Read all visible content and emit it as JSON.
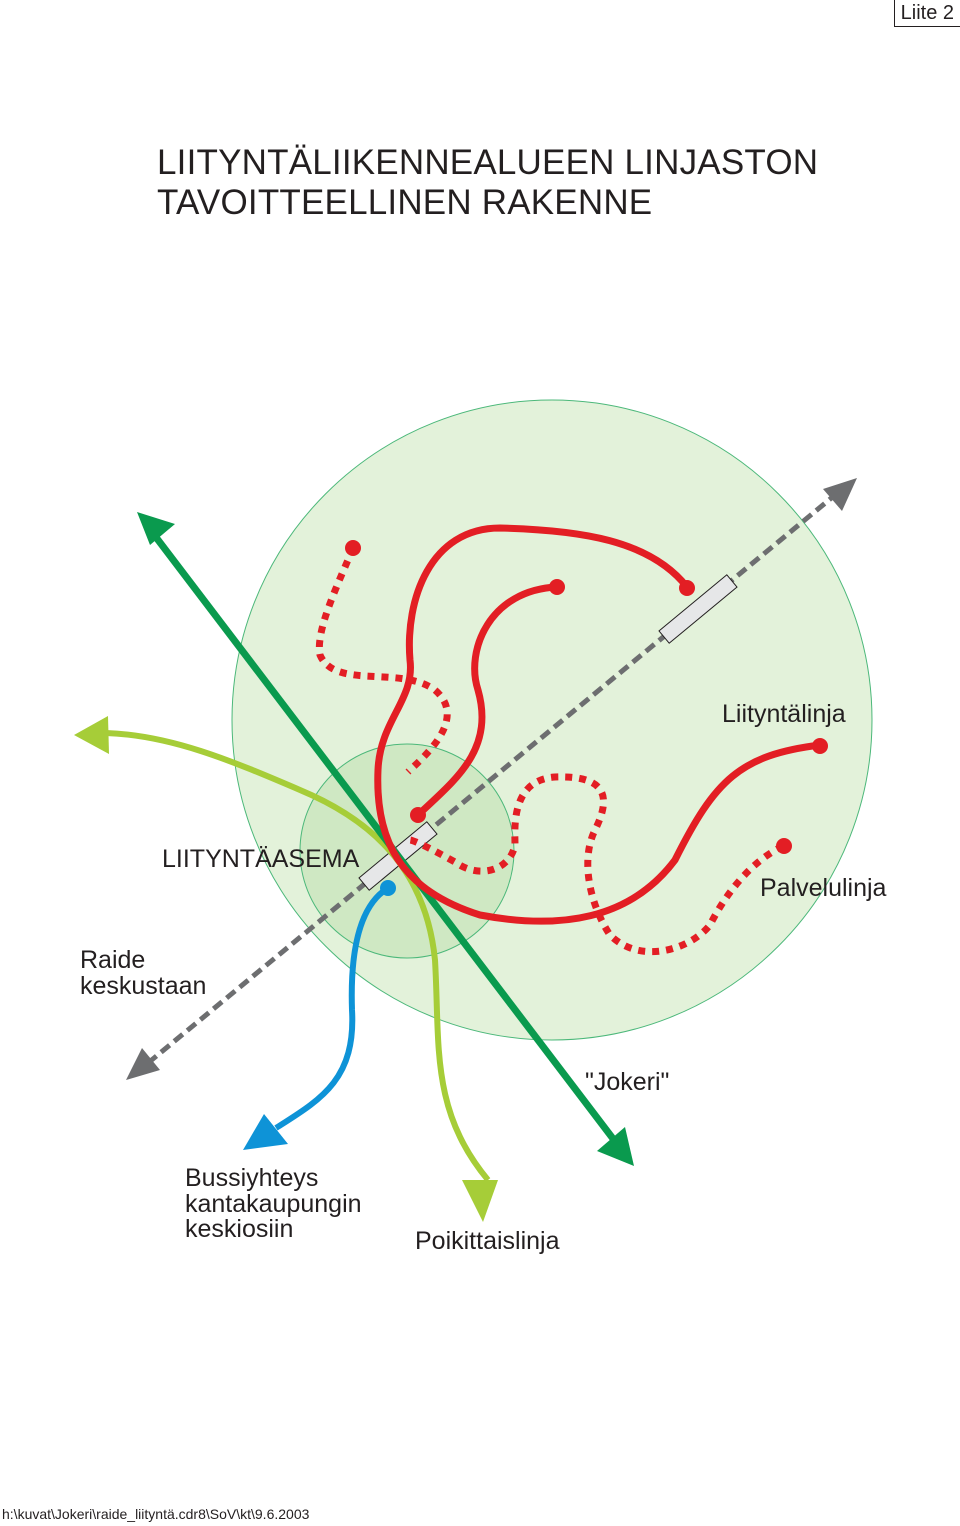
{
  "page_label": "Liite 2",
  "title": {
    "line1": "LIITYNTÄLIIKENNEALUEEN LINJASTON",
    "line2": "TAVOITTEELLINEN RAKENNE"
  },
  "labels": {
    "liityntalinja": "Liityntälinja",
    "liityntaasema": "LIITYNTÄASEMA",
    "palvelulinja": "Palvelulinja",
    "raide_line1": "Raide",
    "raide_line2": "keskustaan",
    "jokeri": "\"Jokeri\"",
    "bussi_line1": "Bussiyhteys",
    "bussi_line2": "kantakaupungin",
    "bussi_line3": "keskiosiin",
    "poikittaislinja": "Poikittaislinja"
  },
  "colors": {
    "area_fill": "#e3f2da",
    "area_stroke": "#4cb87a",
    "inner_fill": "#cfe8c3",
    "feeder_red": "#e31e24",
    "jokeri_green": "#0a9a4e",
    "cross_line_lime": "#a6cd38",
    "bus_blue": "#0e93d7",
    "rail_gray": "#6d6e70",
    "station_fill": "#e6e7e8"
  },
  "footer": "h:\\kuvat\\Jokeri\\raide_liityntä.cdr8\\SoV\\kt\\9.6.2003"
}
